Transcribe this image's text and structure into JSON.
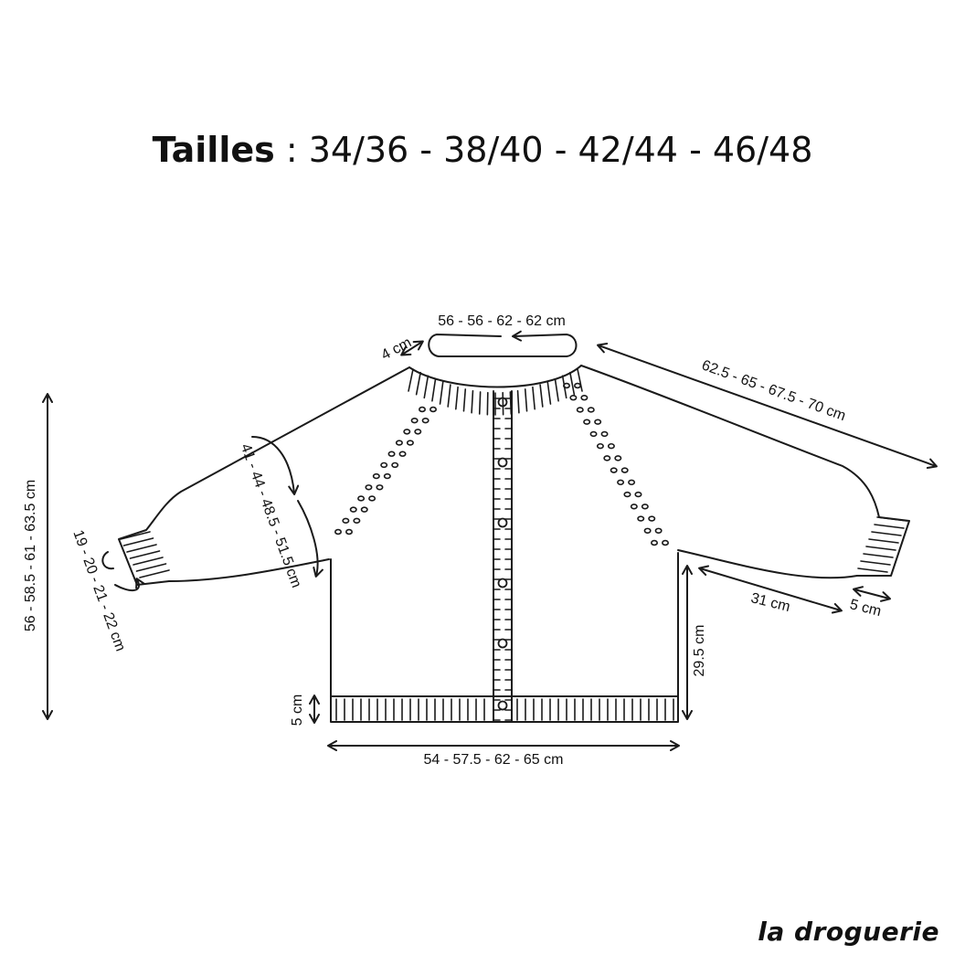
{
  "title": {
    "label": "Tailles",
    "separator": " : ",
    "sizes": "34/36 - 38/40 - 42/44 - 46/48"
  },
  "measurements": {
    "neck": "56 - 56 - 62 - 62 cm",
    "collar": "4 cm",
    "raglan": "62.5 - 65 - 67.5 - 70 cm",
    "upper_arm": "41 - 44 - 48.5 - 51.5 cm",
    "sleeve_length": "56 - 58.5 - 61 - 63.5 cm",
    "cuff_circ": "19 - 20 - 21 - 22 cm",
    "underarm": "31 cm",
    "cuff_height": "5 cm",
    "body_length": "29.5 cm",
    "hem_height": "5 cm",
    "width": "54 - 57.5 - 62 - 65 cm"
  },
  "brand": "la droguerie"
}
